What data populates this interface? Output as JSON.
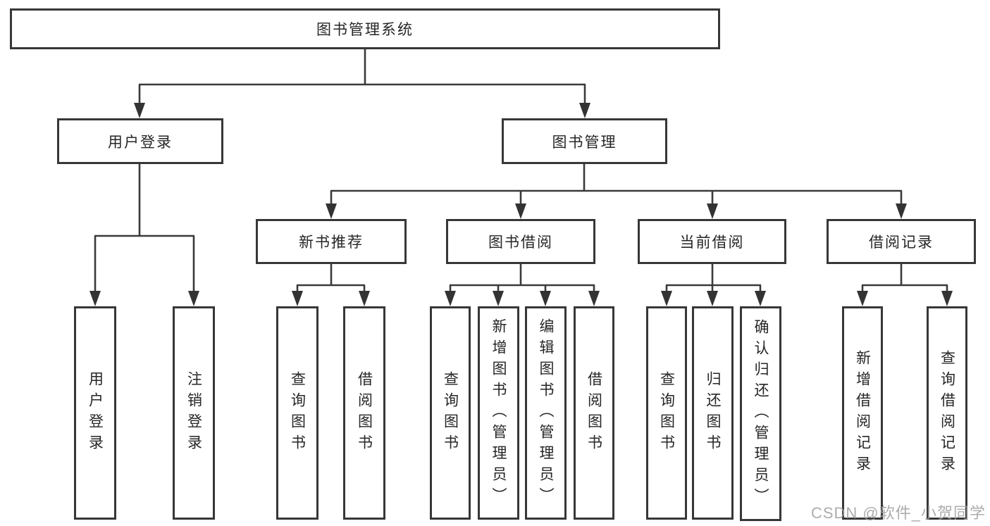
{
  "tree": {
    "root": "图书管理系统",
    "branches": [
      {
        "label": "用户登录",
        "leaves": [
          "用户登录",
          "注销登录"
        ]
      },
      {
        "label": "图书管理",
        "groups": [
          {
            "label": "新书推荐",
            "leaves": [
              "查询图书",
              "借阅图书"
            ]
          },
          {
            "label": "图书借阅",
            "leaves": [
              "查询图书",
              "新增图书（管理员）",
              "编辑图书（管理员）",
              "借阅图书"
            ]
          },
          {
            "label": "当前借阅",
            "leaves": [
              "查询图书",
              "归还图书",
              "确认归还（管理员）"
            ]
          },
          {
            "label": "借阅记录",
            "leaves": [
              "新增借阅记录",
              "查询借阅记录"
            ]
          }
        ]
      }
    ]
  },
  "watermark": {
    "text": "CSDN @软件_小贺同学"
  },
  "colors": {
    "line": "#3a3a3a",
    "border": "#373737",
    "text": "#262626",
    "watermark": "#9e9e9e",
    "background": "#ffffff"
  }
}
